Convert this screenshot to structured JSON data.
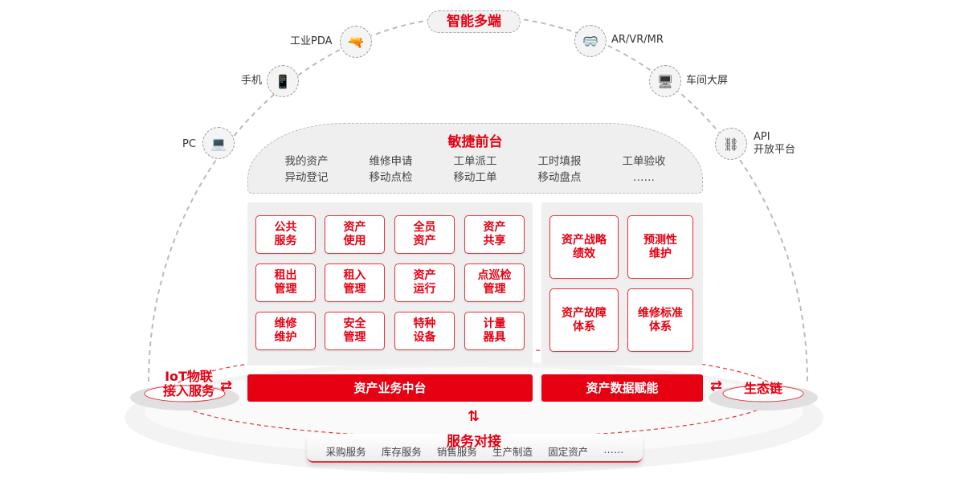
{
  "top_label": "智能多端",
  "devices": [
    {
      "label": "工业PDA",
      "icon": "scanner-icon"
    },
    {
      "label": "手机",
      "icon": "phone-icon"
    },
    {
      "label": "PC",
      "icon": "laptop-icon"
    },
    {
      "label": "AR/VR/MR",
      "icon": "vr-headset-icon"
    },
    {
      "label": "车间大屏",
      "icon": "screen-icon"
    },
    {
      "label": "API",
      "label2": "开放平台",
      "icon": "api-icon"
    }
  ],
  "front": {
    "title": "敏捷前台",
    "columns": [
      [
        "我的资产",
        "异动登记"
      ],
      [
        "维修申请",
        "移动点检"
      ],
      [
        "工单派工",
        "移动工单"
      ],
      [
        "工时填报",
        "移动盘点"
      ],
      [
        "工单验收",
        "……"
      ]
    ]
  },
  "business_cards": [
    [
      "公共",
      "服务"
    ],
    [
      "资产",
      "使用"
    ],
    [
      "全员",
      "资产"
    ],
    [
      "资产",
      "共享"
    ],
    [
      "租出",
      "管理"
    ],
    [
      "租入",
      "管理"
    ],
    [
      "资产",
      "运行"
    ],
    [
      "点巡检",
      "管理"
    ],
    [
      "维修",
      "维护"
    ],
    [
      "安全",
      "管理"
    ],
    [
      "特种",
      "设备"
    ],
    [
      "计量",
      "器具"
    ]
  ],
  "data_cards": [
    [
      "资产战略",
      "绩效"
    ],
    [
      "预测性",
      "维护"
    ],
    [
      "资产故障",
      "体系"
    ],
    [
      "维修标准",
      "体系"
    ]
  ],
  "bars": {
    "business": "资产业务中台",
    "data": "资产数据赋能"
  },
  "iot": [
    "IoT物联",
    "接入服务"
  ],
  "eco": "生态链",
  "services": {
    "title": "服务对接",
    "items": [
      "采购服务",
      "库存服务",
      "销售服务",
      "生产制造",
      "固定资产",
      "……"
    ]
  },
  "colors": {
    "accent": "#e60012",
    "panel": "#efefef"
  }
}
